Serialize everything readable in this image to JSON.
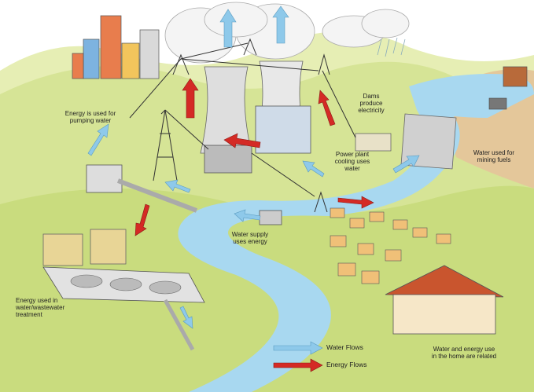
{
  "labels": {
    "pumping": "Energy is used for\npumping water",
    "dams": "Dams\nproduce\nelectricity",
    "cooling": "Power plant\ncooling uses\nwater",
    "mining": "Water used for\nmining fuels",
    "supply": "Water supply\nuses energy",
    "treatment": "Energy used in\nwater/wastewater\ntreatment",
    "home": "Water and energy use\nin the home are related"
  },
  "legend": {
    "water": "Water Flows",
    "energy": "Energy Flows"
  },
  "colors": {
    "water_arrow": "#8ec9ea",
    "energy_arrow": "#d42a25",
    "sky": "#ffffff",
    "hills": "#cfe08a",
    "river": "#a8d8f0",
    "tower": "#d9d9d9"
  }
}
